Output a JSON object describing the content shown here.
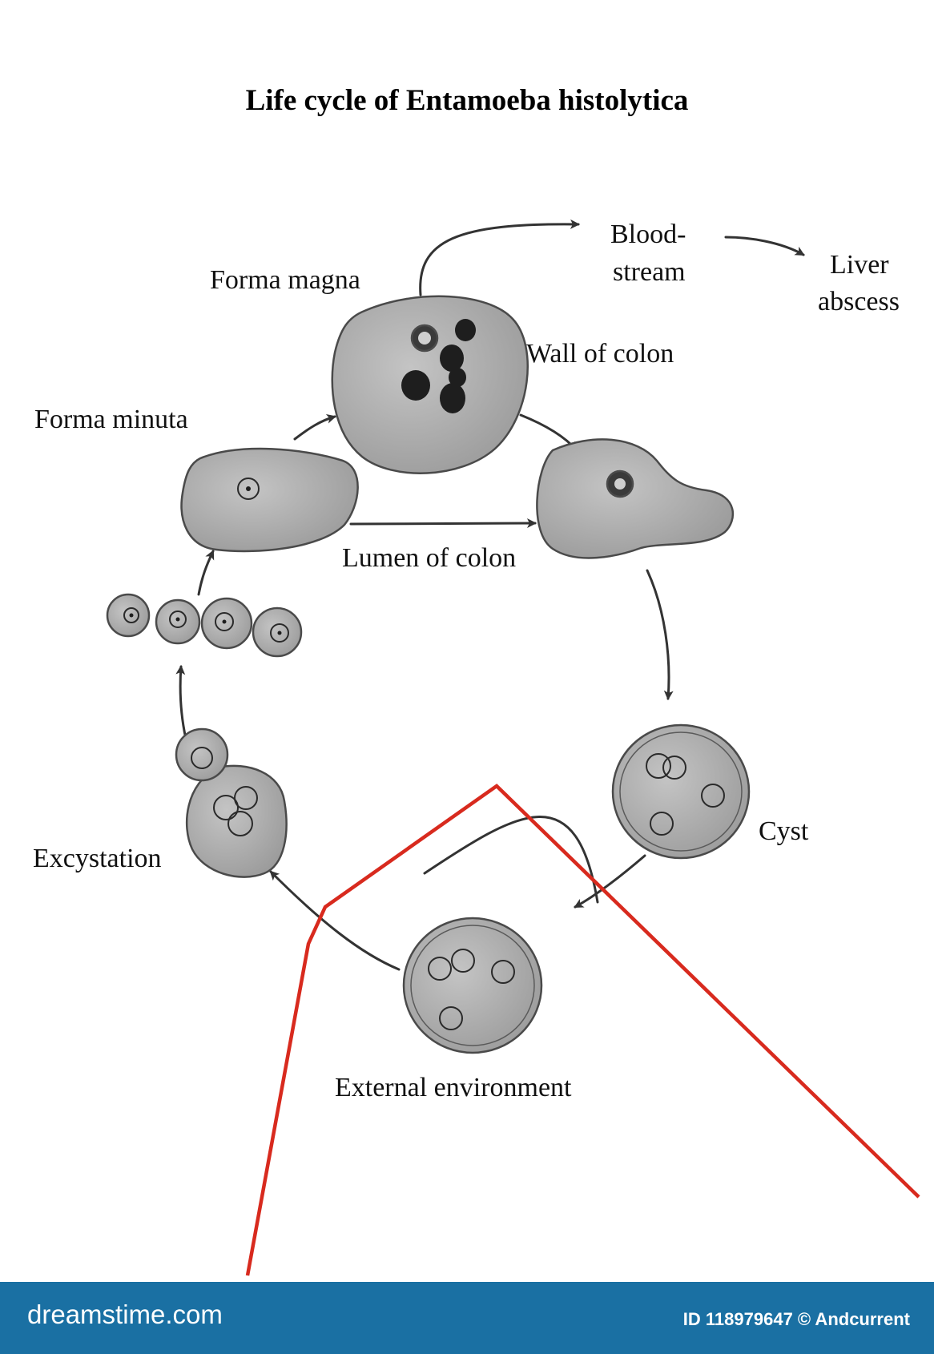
{
  "title": "Life cycle of Entamoeba histolytica",
  "labels": {
    "blood_stream_line1": "Blood-",
    "blood_stream_line2": "stream",
    "liver_line1": "Liver",
    "liver_line2": "abscess",
    "forma_magna": "Forma magna",
    "wall_of_colon": "Wall of colon",
    "forma_minuta": "Forma minuta",
    "lumen_of_colon": "Lumen of colon",
    "cyst": "Cyst",
    "excystation": "Excystation",
    "external_environment": "External environment"
  },
  "footer": {
    "brand": "dreamstime.com",
    "credit": "ID 118979647 © Andcurrent"
  },
  "colors": {
    "cell_fill": "#b0b0b0",
    "cell_stroke": "#4a4a4a",
    "nucleus": "#1e1e1e",
    "arrow": "#333333",
    "red_line": "#d82a1e",
    "footer_bg": "#1a70a3"
  }
}
